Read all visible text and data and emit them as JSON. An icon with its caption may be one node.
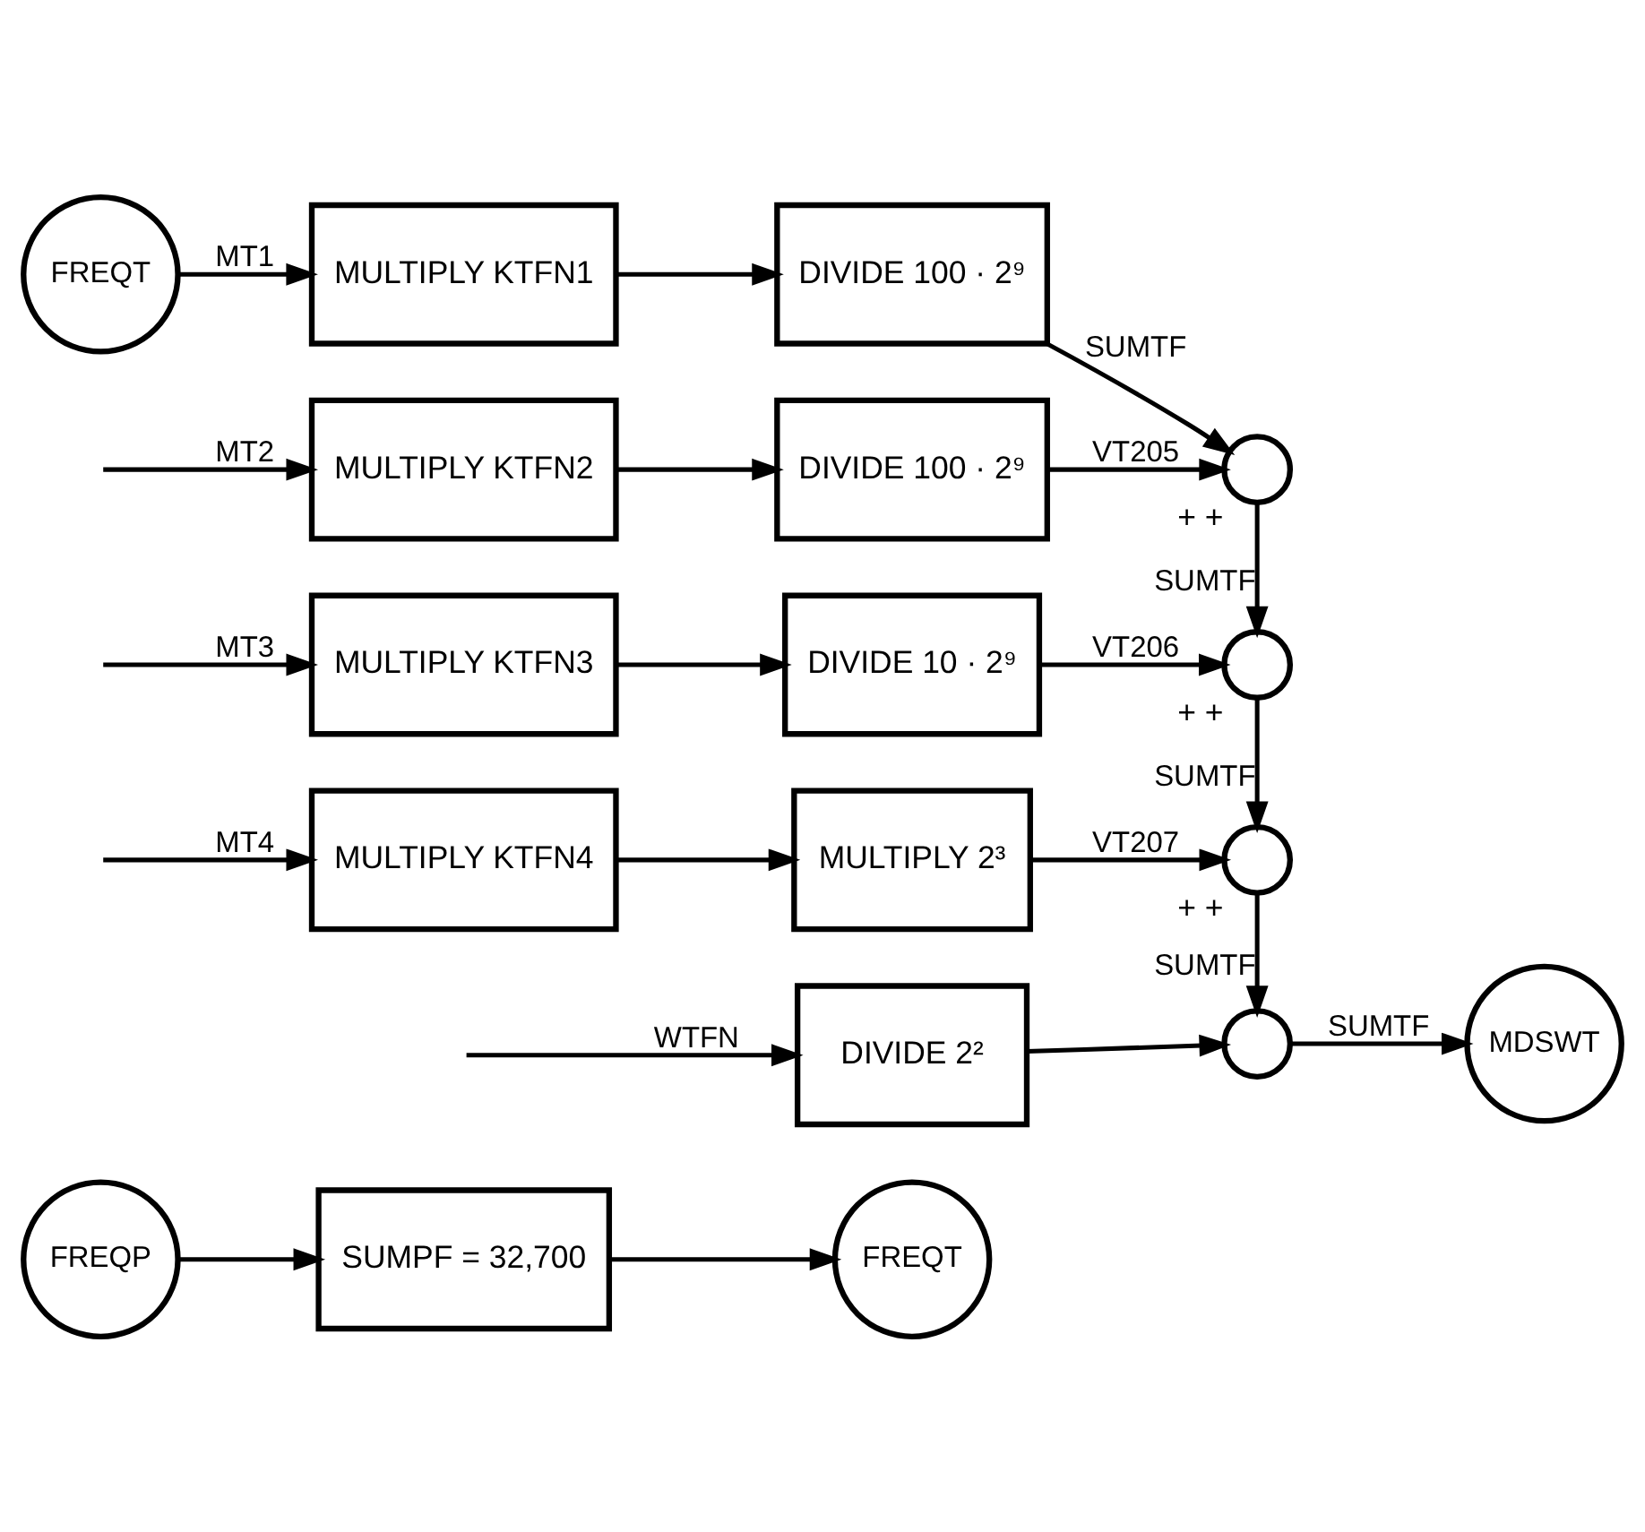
{
  "diagram": {
    "nodes": [
      {
        "text": [
          "FREQP"
        ]
      },
      {
        "text": [
          "SUMPF = 32,700"
        ]
      },
      {
        "text": [
          "FREQT"
        ]
      },
      {
        "text": [
          "FREQT"
        ]
      },
      {
        "text": [
          "MULTIPLY KTFN1"
        ]
      },
      {
        "text": [
          "DIVIDE 100 · 2⁹"
        ]
      },
      {
        "text": [
          "MULTIPLY KTFN2"
        ]
      },
      {
        "text": [
          "DIVIDE 100 · 2⁹"
        ]
      },
      {
        "text": [
          "MULTIPLY KTFN3"
        ]
      },
      {
        "text": [
          "DIVIDE 10 · 2⁹"
        ]
      },
      {
        "text": [
          "MULTIPLY KTFN4"
        ]
      },
      {
        "text": [
          "MULTIPLY 2³"
        ]
      },
      {
        "text": [
          "DIVIDE 2²"
        ]
      },
      {
        "text": [],
        "shape": "circle",
        "beside": [
          "+",
          "+"
        ]
      },
      {
        "text": [],
        "shape": "circle",
        "beside": [
          "+",
          "+"
        ]
      },
      {
        "text": [],
        "shape": "circle",
        "beside": [
          "+",
          "+"
        ]
      },
      {
        "text": [],
        "shape": "circle"
      },
      {
        "text": [
          "MDSWT"
        ]
      }
    ],
    "edges": [
      {
        "from": 0,
        "to": 1,
        "arrow": "to"
      },
      {
        "from": 1,
        "to": 2,
        "arrow": "to"
      },
      {
        "from": 3,
        "to": 4,
        "arrow": "to",
        "label": "MT1"
      },
      {
        "from": 4,
        "to": 5,
        "arrow": "to"
      },
      {
        "from": 5,
        "to": 13,
        "arrow": "to",
        "label": "SUMTF"
      },
      {
        "from": null,
        "to": 6,
        "arrow": "to",
        "label": "MT2"
      },
      {
        "from": 6,
        "to": 7,
        "arrow": "to"
      },
      {
        "from": 7,
        "to": 13,
        "arrow": "to",
        "label": "VT205"
      },
      {
        "from": 13,
        "to": 14,
        "arrow": "to",
        "label": "SUMTF"
      },
      {
        "from": null,
        "to": 8,
        "arrow": "to",
        "label": "MT3"
      },
      {
        "from": 8,
        "to": 9,
        "arrow": "to"
      },
      {
        "from": 9,
        "to": 14,
        "arrow": "to",
        "label": "VT206"
      },
      {
        "from": 14,
        "to": 15,
        "arrow": "to",
        "label": "SUMTF"
      },
      {
        "from": null,
        "to": 10,
        "arrow": "to",
        "label": "MT4"
      },
      {
        "from": 10,
        "to": 11,
        "arrow": "to"
      },
      {
        "from": 11,
        "to": 15,
        "arrow": "to",
        "label": "VT207"
      },
      {
        "from": 15,
        "to": 16,
        "arrow": "to",
        "label": "SUMTF"
      },
      {
        "from": null,
        "to": 12,
        "arrow": "to",
        "label": "WTFN"
      },
      {
        "from": 12,
        "to": 16,
        "arrow": "to"
      },
      {
        "from": 16,
        "to": 17,
        "arrow": "to",
        "label": "SUMTF"
      }
    ]
  }
}
